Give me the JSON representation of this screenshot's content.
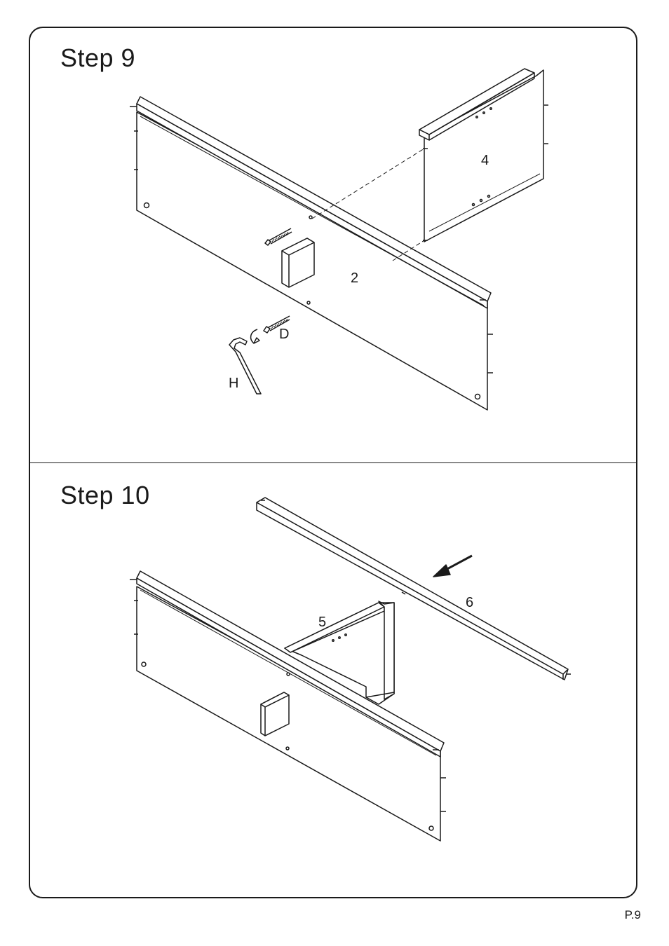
{
  "steps": [
    {
      "title": "Step  9",
      "labels": {
        "part_board": "2",
        "part_side": "4",
        "screw": "D",
        "key": "H"
      }
    },
    {
      "title": "Step  10",
      "labels": {
        "part_board": "",
        "part_side": "5",
        "rail": "6"
      }
    }
  ],
  "page_number": "P.9"
}
